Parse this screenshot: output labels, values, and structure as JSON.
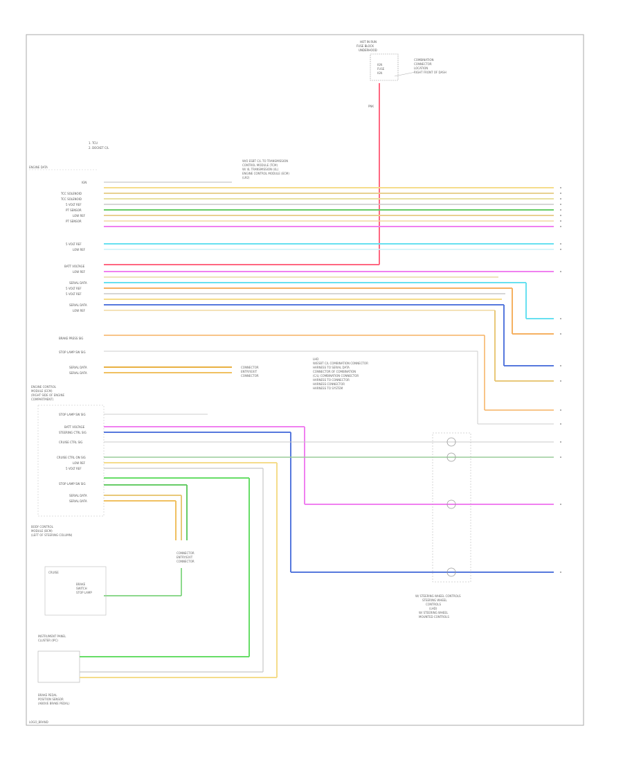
{
  "title_block": {
    "top_component": [
      "HOT IN RUN",
      "FUSE BLOCK",
      "UNDERHOOD"
    ],
    "top_fuse_lines": [
      "IGN",
      "FUSE",
      "IGN"
    ],
    "top_right_lines": [
      "COMBINATION",
      "CONNECTOR",
      "LOCATION",
      "RIGHT FRONT OF DASH"
    ],
    "wire_vertical": "PNK"
  },
  "legend": [
    "1. TCU",
    "2. DOCKET C/L"
  ],
  "section_header": "ENGINE DATA",
  "note_top": [
    "W/O ESBT C/L TO TRANSMISSION",
    "CONTROL MODULE (TCM)",
    "W/ 4L TRANSMISSION (4L)",
    "ENGINE CONTROL MODULE (ECM)",
    "(L92)"
  ],
  "left_labels_group1": [
    "IGN",
    "TCC SOLENOID",
    "TCC SOLENOID",
    "5 VOLT REF",
    "PT SENSOR",
    "LOW REF",
    "PT SENSOR"
  ],
  "left_labels_group2": [
    "5 VOLT REF",
    "LOW REF"
  ],
  "left_labels_group3": [
    "BATT VOLTAGE",
    "LOW REF",
    "SERIAL DATA",
    "5 VOLT REF",
    "5 VOLT REF",
    "SERIAL DATA",
    "LOW REF"
  ],
  "bottom_left_block": {
    "labels": [
      "BRAKE PRESS SIG",
      "STOP LAMP SW SIG",
      "SERIAL DATA",
      "SERIAL DATA"
    ],
    "module_label": [
      "ENGINE CONTROL",
      "MODULE (ECM)",
      "(RIGHT SIDE OF ENGINE",
      "COMPARTMENT)"
    ],
    "connector_note": [
      "CONNECTOR",
      "ENTRY/EXIT",
      "CONNECTOR"
    ]
  },
  "middle_note": [
    "LHD",
    "W/ESBT C/L COMBINATION CONNECTOR",
    "HARNESS TO SERIAL DATA",
    "CONNECTOR OF COMBINATION",
    "(C/L) COMBINATION CONNECTOR",
    "HARNESS TO CONNECTOR",
    "HARNESS CONNECTOR",
    "HARNESS TO SYSTEM"
  ],
  "lower_labels": [
    "STOP LAMP SW SIG",
    "BATT VOLTAGE",
    "STEERING CTRL SIG",
    "CRUISE CTRL SIG",
    "CRUISE CTRL ON SIG",
    "LOW REF",
    "5 VOLT REF",
    "STOP LAMP SW SIG",
    "SERIAL DATA",
    "SERIAL DATA"
  ],
  "lower_module": [
    "BODY CONTROL",
    "MODULE (BCM)",
    "(LEFT OF STEERING COLUMN)"
  ],
  "connector_bottom": [
    "CONNECTOR",
    "ENTRY/EXIT",
    "CONNECTOR"
  ],
  "switch_block": [
    "CRUISE",
    "BRAKE",
    "SWITCH",
    "STOP LAMP"
  ],
  "cluster_block": [
    "INSTRUMENT PANEL",
    "CLUSTER (IPC)"
  ],
  "brake_block": [
    "BRAKE PEDAL",
    "POSITION SENSOR",
    "(ABOVE BRAKE PEDAL)"
  ],
  "splice_block": [
    "W/ STEERING WHEEL CONTROLS",
    "STEERING WHEEL",
    "CONTROLS",
    "(LHD)",
    "W/ STEERING WHEEL",
    "MOUNTED CONTROLS"
  ],
  "footer": "LOGO_BRAND",
  "wire_colors": [
    "ORN",
    "YEL",
    "GRY",
    "LT GRN",
    "TAN",
    "PPL",
    "PNK",
    "LT BLU",
    "DK BLU",
    "BLK",
    "WHT"
  ],
  "wire_hex": {
    "pink": "#ff6680",
    "yellow": "#f5dc8a",
    "green": "#66cc66",
    "cyan": "#66e0f0",
    "magenta": "#f080f0",
    "gray": "#c8c8c8",
    "blue": "#5577dd",
    "orange": "#f5b060",
    "tan": "#e8d090"
  }
}
